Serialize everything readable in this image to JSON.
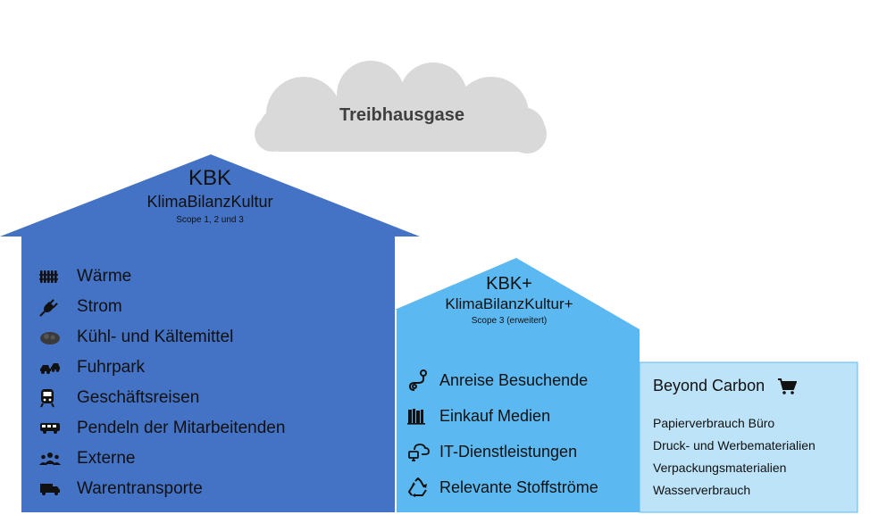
{
  "cloud": {
    "label": "Treibhausgase",
    "color": "#d9d9d9"
  },
  "kbk": {
    "title": "KBK",
    "subtitle": "KlimaBilanzKultur",
    "scope": "Scope 1, 2 und 3",
    "color": "#4472c4",
    "items": [
      {
        "label": "Wärme",
        "icon": "radiator-icon"
      },
      {
        "label": "Strom",
        "icon": "plug-icon"
      },
      {
        "label": "Kühl- und Kältemittel",
        "icon": "coolant-icon"
      },
      {
        "label": "Fuhrpark",
        "icon": "vehicle-fleet-icon"
      },
      {
        "label": "Geschäftsreisen",
        "icon": "train-icon"
      },
      {
        "label": "Pendeln der Mitarbeitenden",
        "icon": "bus-icon"
      },
      {
        "label": "Externe",
        "icon": "people-icon"
      },
      {
        "label": "Warentransporte",
        "icon": "truck-icon"
      }
    ]
  },
  "kbk_plus": {
    "title": "KBK+",
    "subtitle": "KlimaBilanzKultur+",
    "scope": "Scope 3 (erweitert)",
    "color": "#5bb8f0",
    "items": [
      {
        "label": "Anreise Besuchende",
        "icon": "route-icon"
      },
      {
        "label": "Einkauf Medien",
        "icon": "books-icon"
      },
      {
        "label": "IT-Dienstleistungen",
        "icon": "cloud-services-icon"
      },
      {
        "label": "Relevante Stoffströme",
        "icon": "recycle-icon"
      }
    ]
  },
  "beyond": {
    "title": "Beyond Carbon",
    "icon": "cart-icon",
    "color": "#bde3f8",
    "items": [
      "Papierverbrauch Büro",
      "Druck- und Werbematerialien",
      "Verpackungsmaterialien",
      "Wasserverbrauch"
    ]
  }
}
